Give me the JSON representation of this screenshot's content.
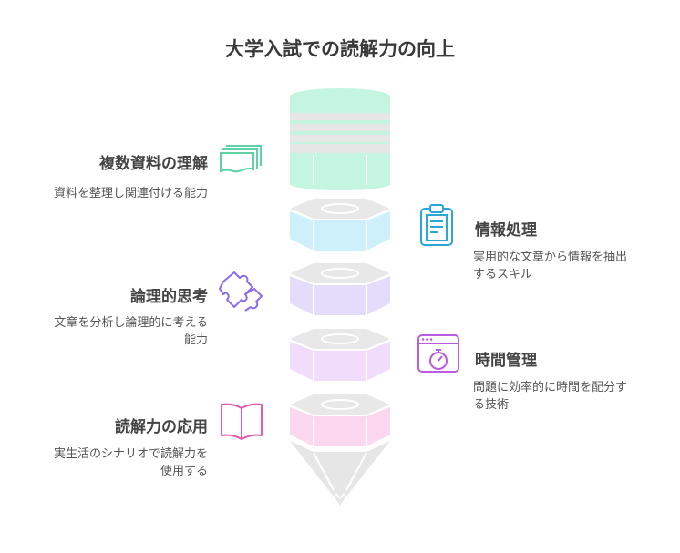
{
  "title": "大学入試での読解力の向上",
  "items": [
    {
      "title": "複数資料の理解",
      "description": [
        "資料を整理し関連付ける能力"
      ],
      "icon": "documents-icon",
      "color": "#c4f5e1",
      "side": "left"
    },
    {
      "title": "情報処理",
      "description": [
        "実用的な文章から情報を抽出",
        "するスキル"
      ],
      "icon": "clipboard-icon",
      "color": "#cdf0fb",
      "side": "right"
    },
    {
      "title": "論理的思考",
      "description": [
        "文章を分析し論理的に考える",
        "能力"
      ],
      "icon": "puzzle-icon",
      "color": "#e3dcfb",
      "side": "left"
    },
    {
      "title": "時間管理",
      "description": [
        "問題に効率的に時間を配分す",
        "る技術"
      ],
      "icon": "stopwatch-window-icon",
      "color": "#f1dcfb",
      "side": "right"
    },
    {
      "title": "読解力の応用",
      "description": [
        "実生活のシナリオで読解力を",
        "使用する"
      ],
      "icon": "open-book-icon",
      "color": "#fbd8ef",
      "side": "left"
    }
  ]
}
